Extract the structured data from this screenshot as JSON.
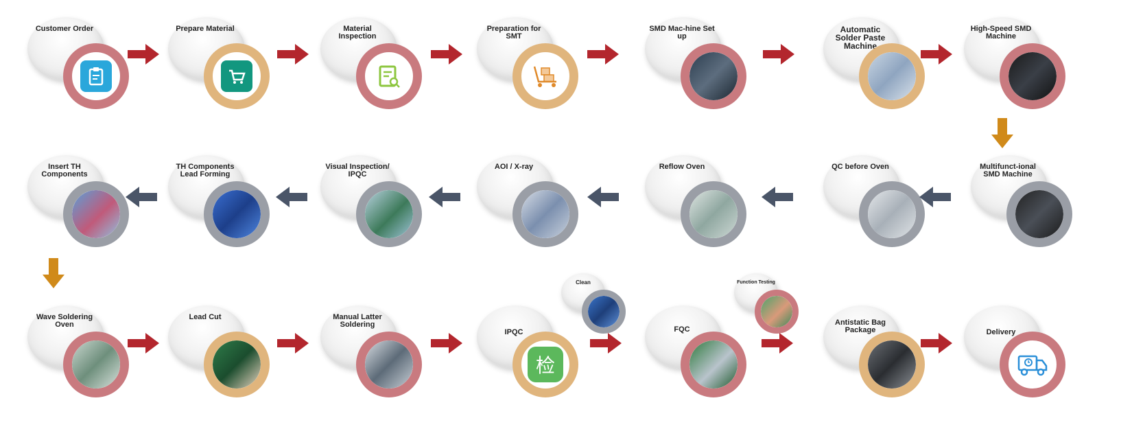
{
  "colors": {
    "red_arrow": "#b3262d",
    "navy_arrow": "#4a5568",
    "gold_arrow": "#d08a1a",
    "ring_red": "#c97a7f",
    "ring_tan": "#e0b57d",
    "ring_grey": "#9a9ea6"
  },
  "steps": {
    "s1": "Customer Order",
    "s2": "Prepare Material",
    "s3": "Material Inspection",
    "s4": "Preparation for SMT",
    "s5": "SMD Mac-hine Set up",
    "s6": "Automatic Solder Paste Machine",
    "s7": "High-Speed SMD Machine",
    "s8": "Multifunct-ional SMD Machine",
    "s9": "QC before Oven",
    "s10": "Reflow Oven",
    "s11": "AOI / X-ray",
    "s12": "Visual Inspection/ IPQC",
    "s13": "TH Components Lead Forming",
    "s14": "Insert TH Components",
    "s15": "Wave Soldering Oven",
    "s16": "Lead Cut",
    "s17": "Manual Latter Soldering",
    "s18": "IPQC",
    "s19": "Clean",
    "s20": "FQC",
    "s21": "Function Testing",
    "s22": "Antistatic Bag Package",
    "s23": "Delivery"
  },
  "ipqc_glyph": "检"
}
